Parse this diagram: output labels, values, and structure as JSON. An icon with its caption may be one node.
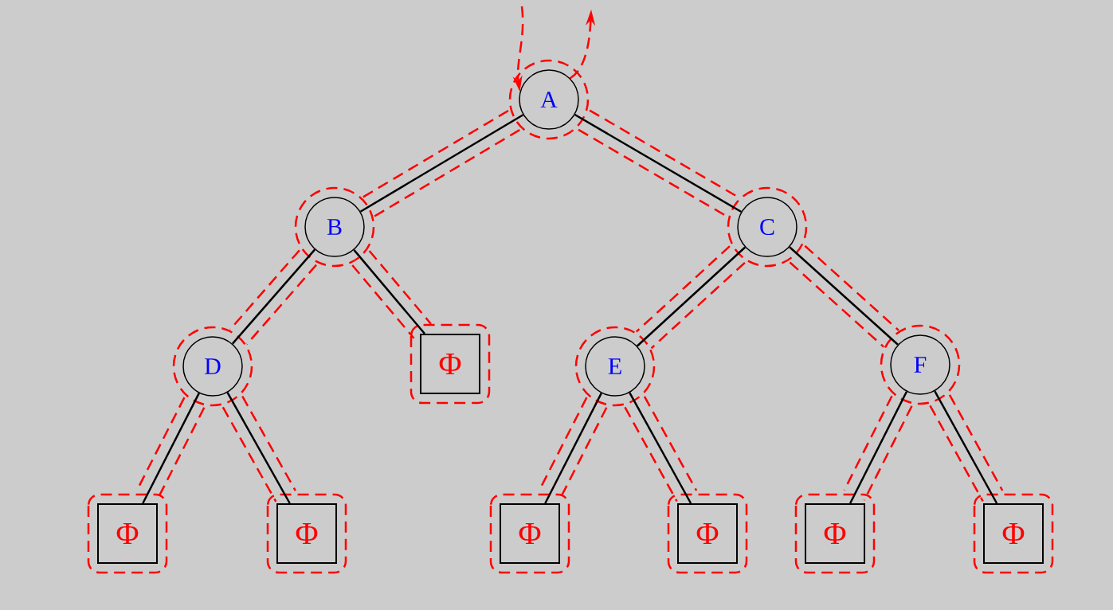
{
  "diagram": {
    "nodes": [
      {
        "text": [
          "A"
        ]
      },
      {
        "text": [
          "B"
        ]
      },
      {
        "text": [
          "C"
        ]
      },
      {
        "text": [
          "D"
        ]
      },
      {
        "text": [
          "Φ"
        ]
      },
      {
        "text": [
          "E"
        ]
      },
      {
        "text": [
          "F"
        ]
      },
      {
        "text": [
          "Φ"
        ]
      },
      {
        "text": [
          "Φ"
        ]
      },
      {
        "text": [
          "Φ"
        ]
      },
      {
        "text": [
          "Φ"
        ]
      },
      {
        "text": [
          "Φ"
        ]
      },
      {
        "text": [
          "Φ"
        ]
      }
    ],
    "edges": [
      {
        "from": 0,
        "to": 1,
        "arrow": "none"
      },
      {
        "from": 0,
        "to": 2,
        "arrow": "none"
      },
      {
        "from": 1,
        "to": 3,
        "arrow": "none"
      },
      {
        "from": 1,
        "to": 4,
        "arrow": "none"
      },
      {
        "from": 2,
        "to": 5,
        "arrow": "none"
      },
      {
        "from": 2,
        "to": 6,
        "arrow": "none"
      },
      {
        "from": 3,
        "to": 7,
        "arrow": "none"
      },
      {
        "from": 3,
        "to": 8,
        "arrow": "none"
      },
      {
        "from": 5,
        "to": 9,
        "arrow": "none"
      },
      {
        "from": 5,
        "to": 10,
        "arrow": "none"
      },
      {
        "from": 6,
        "to": 11,
        "arrow": "none"
      },
      {
        "from": 6,
        "to": 12,
        "arrow": "none"
      },
      {
        "from": null,
        "to": 0,
        "arrow": "to",
        "style": "dashed",
        "color": "#ff0000"
      },
      {
        "from": 0,
        "to": null,
        "arrow": "to",
        "style": "dashed",
        "color": "#ff0000"
      }
    ]
  }
}
